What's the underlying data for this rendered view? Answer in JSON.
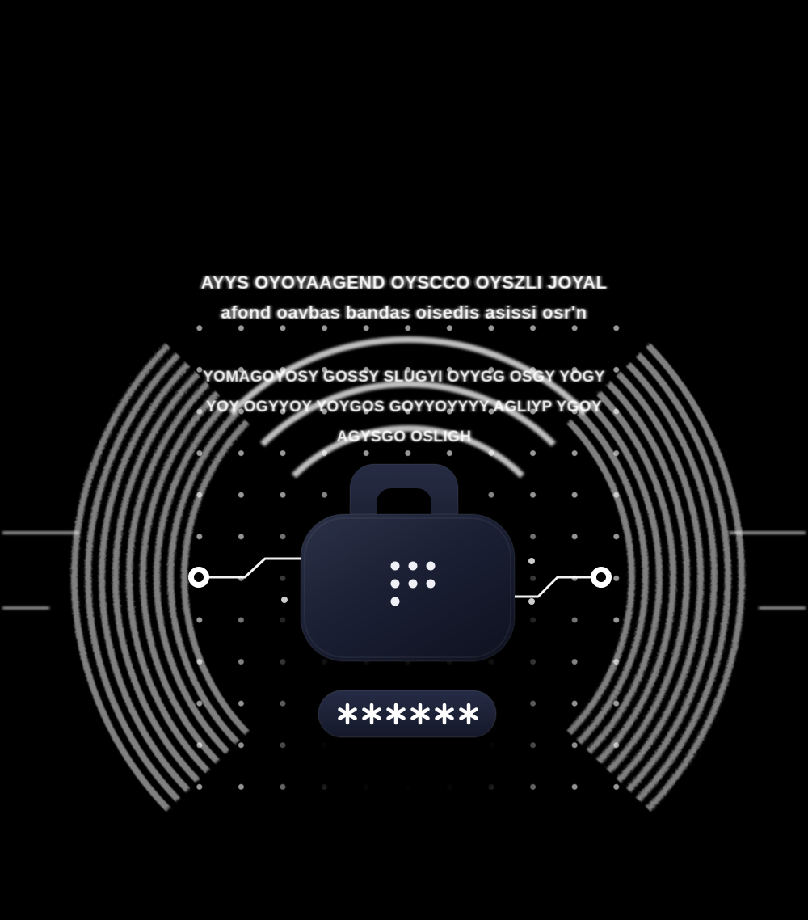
{
  "hero": {
    "heading_line1": "AYYS OYOYAAGEND OYSCCO OYSZLI JOYAL",
    "heading_line2": "afond oavbas bandas oisedis asissi osr'n",
    "body_line1": "YOMAGOYOSY GOSSY SLUGYI OYYGG OSGY YOGY",
    "body_line2": "YOY OGYYOY YOYGOS GOYYOYYYY AGLIYP YGOY",
    "body_line3": "AGYSGO OSLIGH"
  },
  "vault": {
    "password_mask": "******",
    "keypad_dot_rows": [
      3,
      3,
      1
    ]
  },
  "colors": {
    "background": "#000000",
    "vault_top": "#2b3148",
    "vault_bottom": "#0f1322",
    "pill_top": "#262c46",
    "pill_bottom": "#141829",
    "line_white": "#ffffff"
  }
}
